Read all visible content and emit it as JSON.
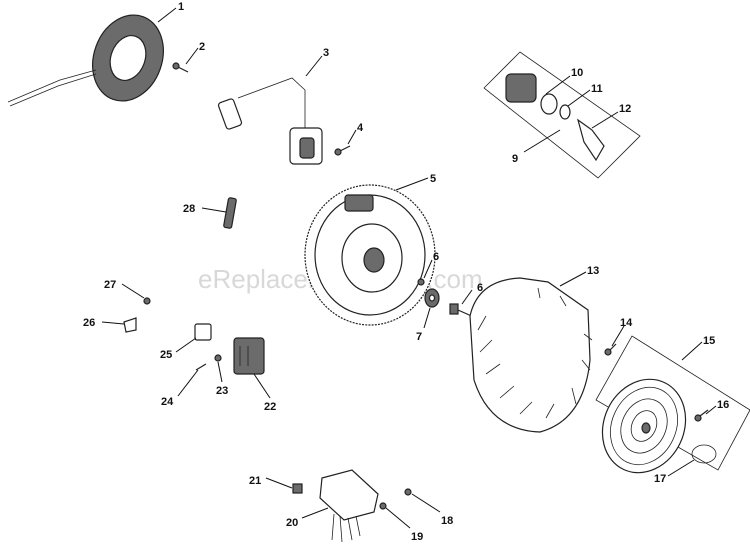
{
  "watermark": "eReplacementParts.com",
  "callouts": [
    {
      "id": "1",
      "label": "1"
    },
    {
      "id": "2",
      "label": "2"
    },
    {
      "id": "3",
      "label": "3"
    },
    {
      "id": "4",
      "label": "4"
    },
    {
      "id": "5",
      "label": "5"
    },
    {
      "id": "6a",
      "label": "6"
    },
    {
      "id": "6b",
      "label": "6"
    },
    {
      "id": "7",
      "label": "7"
    },
    {
      "id": "9",
      "label": "9"
    },
    {
      "id": "10",
      "label": "10"
    },
    {
      "id": "11",
      "label": "11"
    },
    {
      "id": "12",
      "label": "12"
    },
    {
      "id": "13",
      "label": "13"
    },
    {
      "id": "14",
      "label": "14"
    },
    {
      "id": "15",
      "label": "15"
    },
    {
      "id": "16",
      "label": "16"
    },
    {
      "id": "17",
      "label": "17"
    },
    {
      "id": "18",
      "label": "18"
    },
    {
      "id": "19",
      "label": "19"
    },
    {
      "id": "20",
      "label": "20"
    },
    {
      "id": "21",
      "label": "21"
    },
    {
      "id": "22",
      "label": "22"
    },
    {
      "id": "23",
      "label": "23"
    },
    {
      "id": "24",
      "label": "24"
    },
    {
      "id": "25",
      "label": "25"
    },
    {
      "id": "26",
      "label": "26"
    },
    {
      "id": "27",
      "label": "27"
    },
    {
      "id": "28",
      "label": "28"
    }
  ]
}
